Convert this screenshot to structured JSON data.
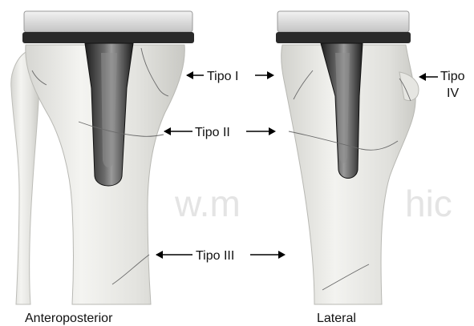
{
  "labels": {
    "tipo_i": "Tipo I",
    "tipo_ii": "Tipo II",
    "tipo_iii": "Tipo III",
    "tipo_iv_line1": "Tipo",
    "tipo_iv_line2": "IV"
  },
  "captions": {
    "left": "Anteroposterior",
    "right": "Lateral"
  },
  "watermark": {
    "left": "w.m",
    "right": "hic"
  },
  "colors": {
    "bone": "#ededea",
    "bone_shade": "#cfcfcb",
    "implant_stem": "#3a3a3a",
    "tray_band": "#2a2a2a",
    "tray_plate": "#d8d8d8"
  }
}
